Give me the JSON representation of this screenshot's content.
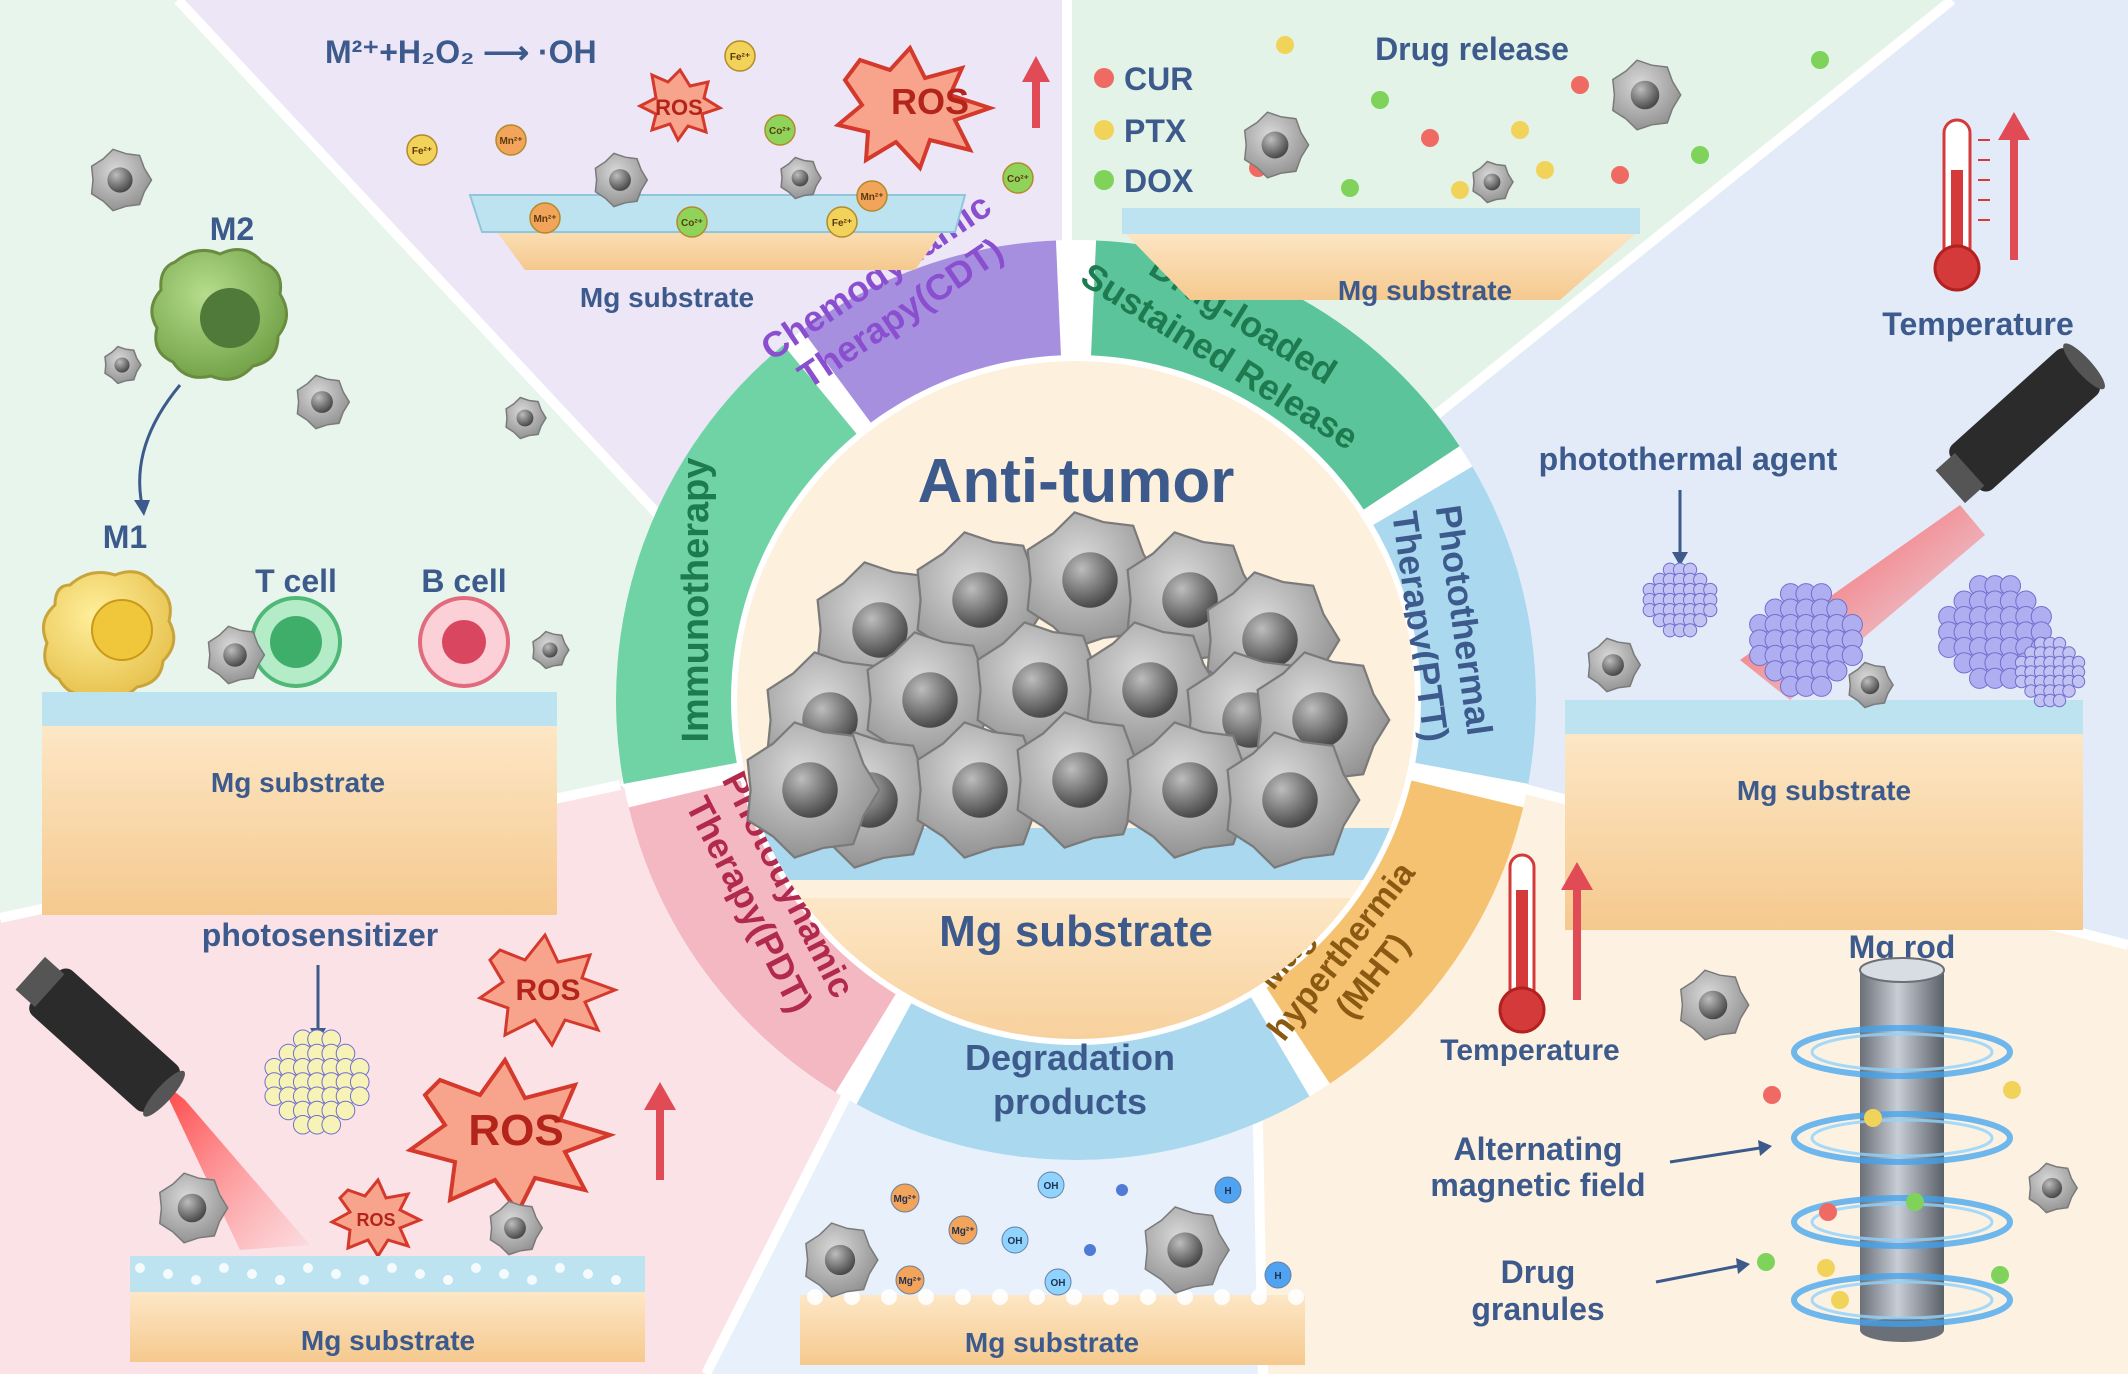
{
  "center": {
    "title": "Anti-tumor",
    "substrate": "Mg substrate"
  },
  "ring": {
    "cdt": "Chemodynamic Therapy(CDT)",
    "drug": "Drug-loaded Sustained Release",
    "ptt": "Photothermal Therapy(PTT)",
    "mht": "Magnetic hyperthermia (MHT)",
    "degradation": "Degradation products",
    "pdt": "Photodynamic Therapy(PDT)",
    "immuno": "Immunotherapy"
  },
  "panels": {
    "cdt": {
      "reaction": "M²⁺+H₂O₂ ⟶ ·OH",
      "ros_small": "ROS",
      "ros_big": "ROS",
      "ions": [
        "Fe²⁺",
        "Mn²⁺",
        "Co²⁺",
        "Fe²⁺",
        "Mn²⁺",
        "Co²⁺",
        "Mn²⁺",
        "Fe²⁺",
        "Co²⁺"
      ],
      "substrate": "Mg substrate"
    },
    "drug": {
      "title": "Drug release",
      "legend": [
        "CUR",
        "PTX",
        "DOX"
      ],
      "substrate": "Mg substrate"
    },
    "ptt": {
      "temperature": "Temperature",
      "agent": "photothermal agent",
      "substrate": "Mg substrate"
    },
    "mht": {
      "temperature": "Temperature",
      "rod": "Mg rod",
      "field_line1": "Alternating",
      "field_line2": "magnetic field",
      "granules_line1": "Drug",
      "granules_line2": "granules"
    },
    "degradation": {
      "ions": [
        "Mg²⁺",
        "Mg²⁺",
        "Mg²⁺",
        "OH",
        "OH",
        "OH",
        "H",
        "H"
      ],
      "substrate": "Mg substrate"
    },
    "pdt": {
      "photosensitizer": "photosensitizer",
      "ros_top": "ROS",
      "ros_big": "ROS",
      "ros_small": "ROS",
      "substrate": "Mg substrate"
    },
    "immuno": {
      "m2": "M2",
      "m1": "M1",
      "tcell": "T cell",
      "bcell": "B cell",
      "substrate": "Mg substrate"
    }
  },
  "colors": {
    "title_blue": "#3d5a8c",
    "cdt": "#a78fe0",
    "drug": "#5cc49a",
    "ptt": "#a9d8ef",
    "mht": "#f4c271",
    "degradation": "#a9d8ef",
    "pdt": "#f4b8c2",
    "immuno": "#6fd3a5"
  }
}
